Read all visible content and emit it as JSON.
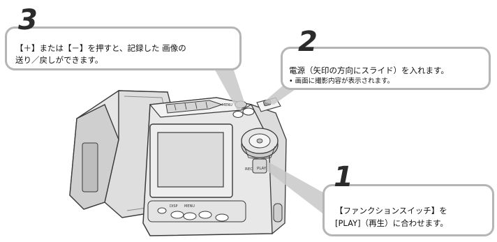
{
  "steps": [
    {
      "number": "3",
      "lines": [
        "【＋】または【－】を押すと、記録した 画像の",
        "送り／戻しができます。"
      ]
    },
    {
      "number": "2",
      "lines": [
        "電源（矢印の方向にスライド）を入れます。"
      ],
      "note": "• 画面に撮影内容が表示されます。"
    },
    {
      "number": "1",
      "lines": [
        "【ファンクションスイッチ】を",
        "[PLAY]（再生）に合わせます。"
      ]
    }
  ],
  "camera": {
    "dial_labels": [
      "REC",
      "PLAY"
    ],
    "top_label": "MENU",
    "button_labels": [
      "DISP",
      "MENU"
    ]
  },
  "colors": {
    "callout_border": "#b5b5b5",
    "camera_body": "#e8e8e8",
    "camera_outline": "#3a3a3a"
  }
}
